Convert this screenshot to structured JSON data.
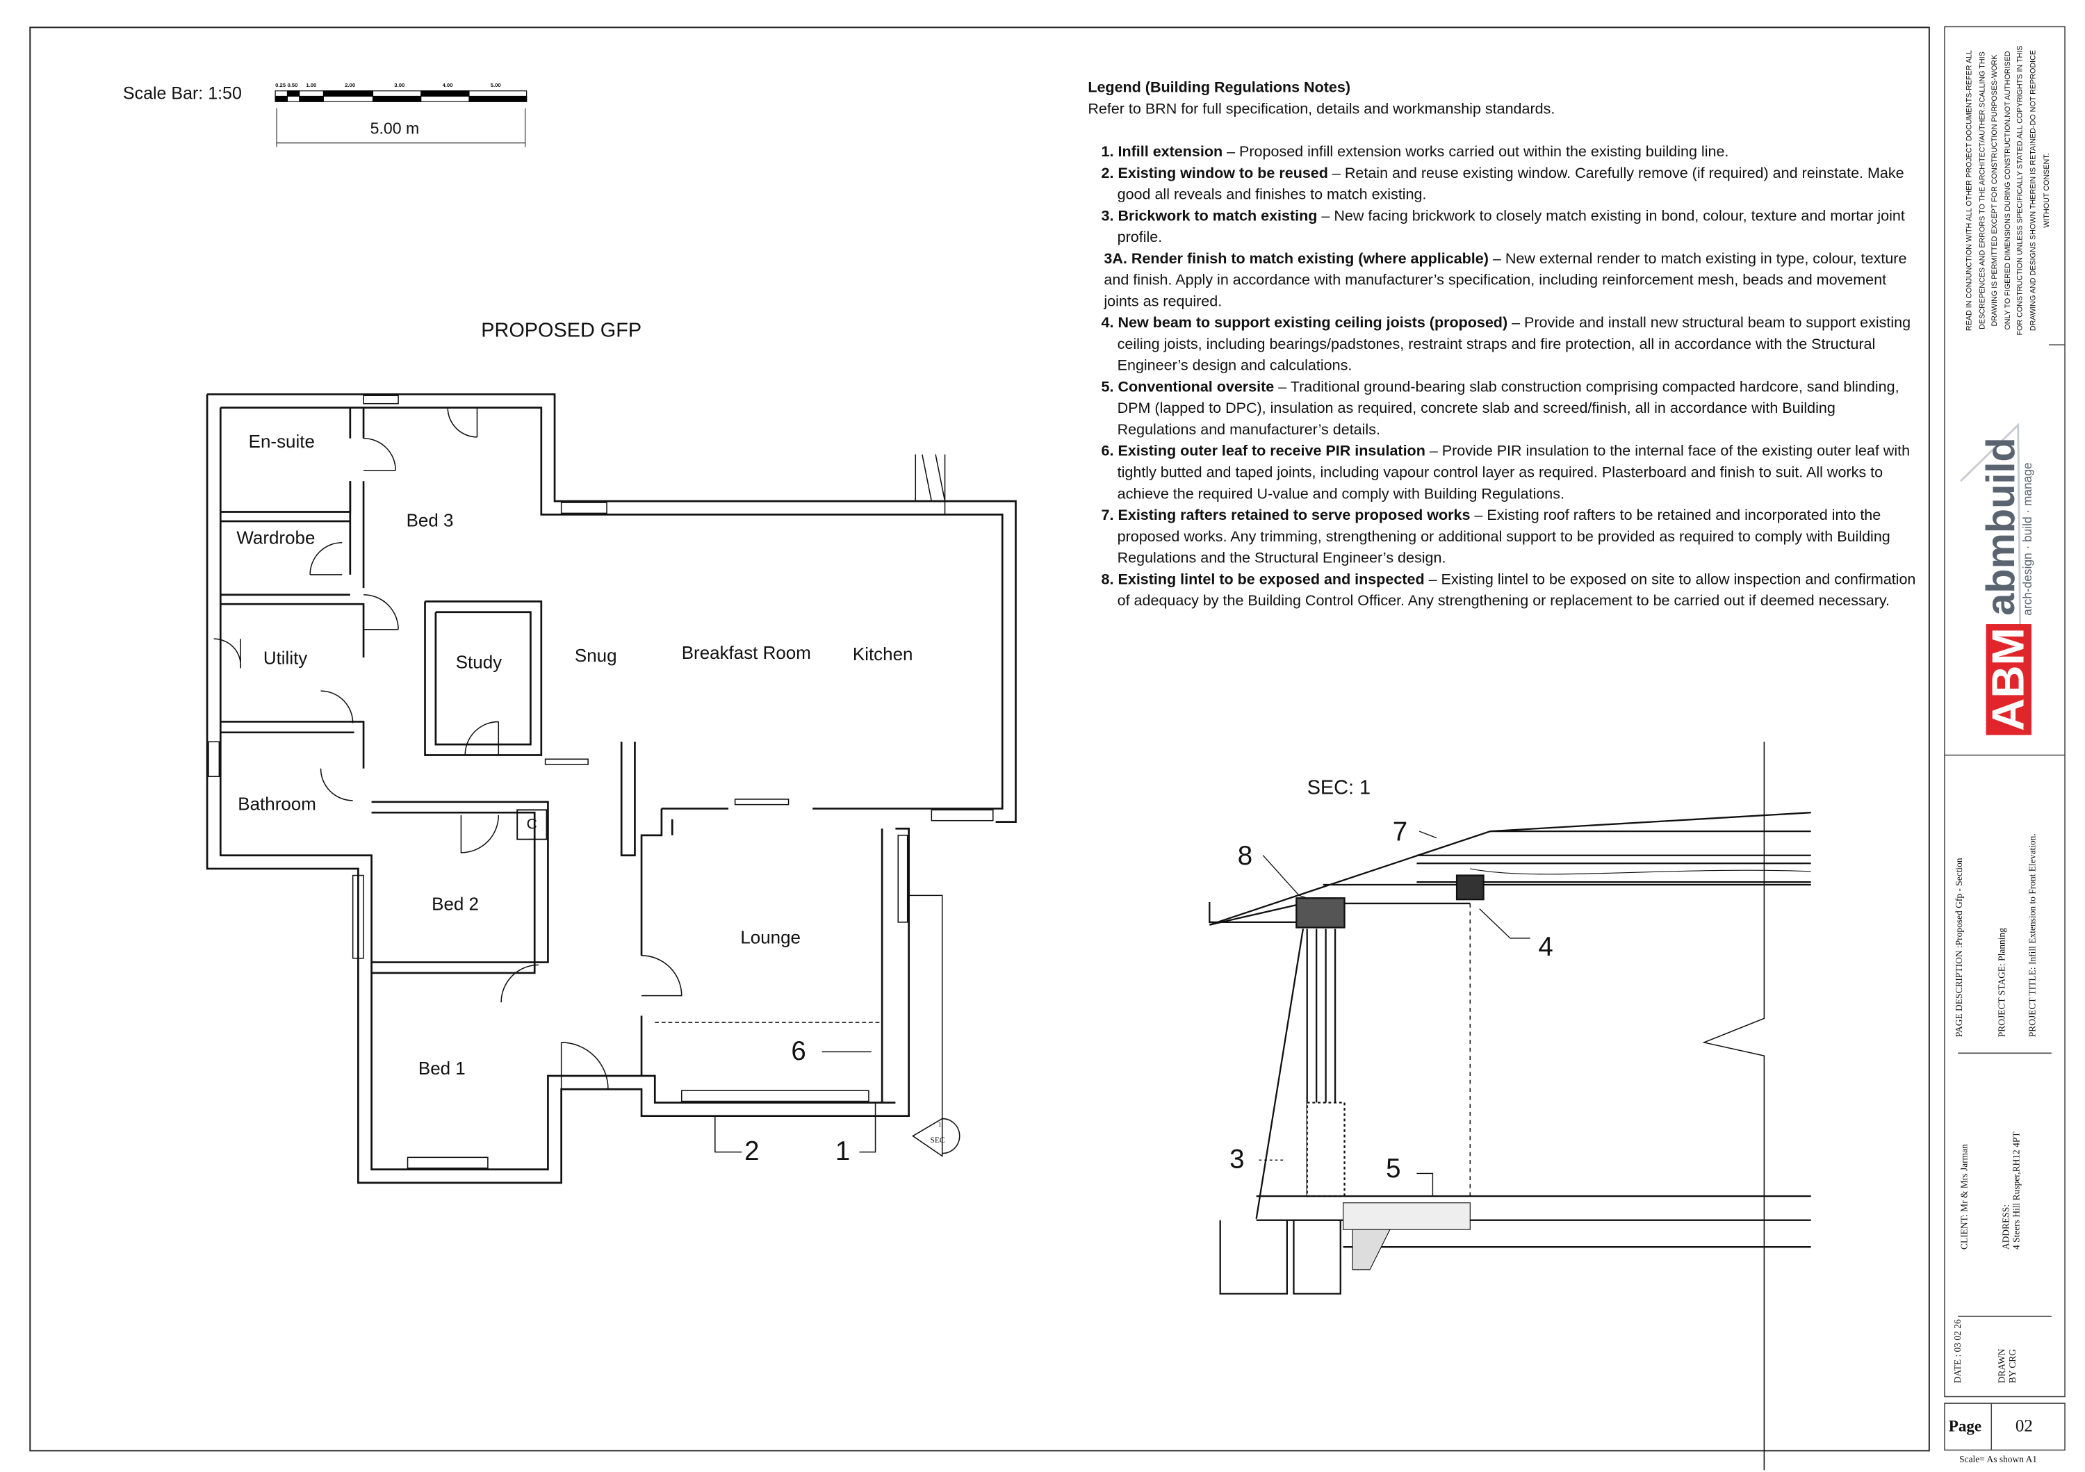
{
  "scale_bar": {
    "label": "Scale Bar: 1:50",
    "ticks": [
      "0.25",
      "0.50",
      "1.00",
      "2.00",
      "3.00",
      "4.00",
      "5.00"
    ],
    "length": "5.00 m"
  },
  "plan": {
    "title": "PROPOSED GFP",
    "rooms": [
      "En-suite",
      "Bed 3",
      "Wardrobe",
      "Utility",
      "Study",
      "Snug",
      "Breakfast Room",
      "Kitchen",
      "Bathroom",
      "Bed 2",
      "Lounge",
      "Bed 1"
    ],
    "cupboard": "C",
    "section_marker": {
      "num": "1",
      "label": "SEC"
    },
    "callouts": [
      "1",
      "2",
      "6"
    ]
  },
  "section": {
    "title": "SEC: 1",
    "callouts": [
      "3",
      "4",
      "5",
      "7",
      "8"
    ]
  },
  "legend": {
    "title": "Legend (Building Regulations Notes)",
    "intro": "Refer to BRN for full specification, details and workmanship standards.",
    "items": [
      {
        "num": "1.",
        "head": "Infill extension",
        "text": " – Proposed infill extension works carried out within the existing building line."
      },
      {
        "num": "2.",
        "head": "Existing window to be reused",
        "text": " – Retain and reuse existing window. Carefully remove (if required) and reinstate. Make good all reveals and finishes to match existing."
      },
      {
        "num": "3.",
        "head": "Brickwork to match existing",
        "text": " – New facing brickwork to closely match existing in bond, colour, texture and mortar joint profile."
      },
      {
        "num": "3A.",
        "head": "Render finish to match existing (where applicable)",
        "text": " – New external render to match existing   in type, colour, texture and finish. Apply in accordance with manufacturer’s specification, including reinforcement mesh, beads and movement joints as required."
      },
      {
        "num": "4.",
        "head": "New beam to support existing ceiling joists (proposed)",
        "text": " – Provide and install new structural beam to support existing ceiling joists, including bearings/padstones, restraint straps and fire protection, all in accordance with the Structural Engineer’s design and calculations."
      },
      {
        "num": "5.",
        "head": "Conventional oversite",
        "text": " – Traditional ground-bearing slab construction comprising compacted hardcore, sand blinding, DPM (lapped to DPC), insulation as required, concrete slab and screed/finish, all in accordance with Building Regulations and manufacturer’s details."
      },
      {
        "num": "6.",
        "head": "Existing outer leaf to receive PIR insulation",
        "text": " – Provide PIR insulation to the internal face of the existing outer leaf with tightly butted and taped joints, including vapour control layer as required. Plasterboard and finish to suit. All works to achieve the required U-value and comply with Building Regulations."
      },
      {
        "num": "7.",
        "head": "Existing rafters retained to serve proposed works",
        "text": " – Existing roof rafters to be retained and incorporated into the proposed works. Any trimming, strengthening or additional support to be provided as required to comply with Building Regulations and the Structural Engineer’s design."
      },
      {
        "num": "8.",
        "head": "Existing lintel to be exposed and inspected",
        "text": " – Existing lintel to be exposed on site to allow inspection and confirmation of adequacy by the Building Control Officer. Any strengthening or replacement to be carried out if deemed necessary."
      }
    ]
  },
  "title_block": {
    "disclaimer": [
      "READ IN CONJUNCTION WITH ALL OTHER PROJECT DOCUMENTS-REFER ALL",
      "DESCREPENCES AND ERRORS TO THE ARCHITECT/AUTHER.SCALLING THIS",
      "DRAWING IS PERMITTED EXCEPT FOR CONSTRUCTION PURPOSES-WORK",
      "ONLY TO FIGERED DIMENSIONS DURING CONSTRUCTION.NOT AUTHORISED",
      "FOR CONSTRUCTION UNLESS SPECIFICALLY STATED.ALL COPYRIGHTS IN THIS",
      "DRAWING AND DESIGNS SHOWN THEREIN IS RETAINED-DO NOT REPRODICE",
      "WITHOUT CONSENT."
    ],
    "logo": {
      "mark": "ABM",
      "name": "abmbuild",
      "tagline": "arch-design · build · manage",
      "red": "#e0262b",
      "grey": "#5a6470"
    },
    "page_description": "PAGE DESCRIPTION :Proposed Gfp - Section",
    "project_stage": "PROJECT STAGE:  Planning",
    "project_title": "PROJECT TITLE: Infill Extension to Front Elevation.",
    "client": "CLIENT: Mr & Mrs Jarman",
    "address_label": "ADDRESS:",
    "address": "4 Steers Hill Rusper,RH12 4PT",
    "date": "DATE : 03 02 26",
    "drawn": "DRAWN",
    "drawn_by": "BY CRG",
    "page_label": "Page",
    "page_num": "02",
    "scale": "Scale= As shown A1"
  }
}
